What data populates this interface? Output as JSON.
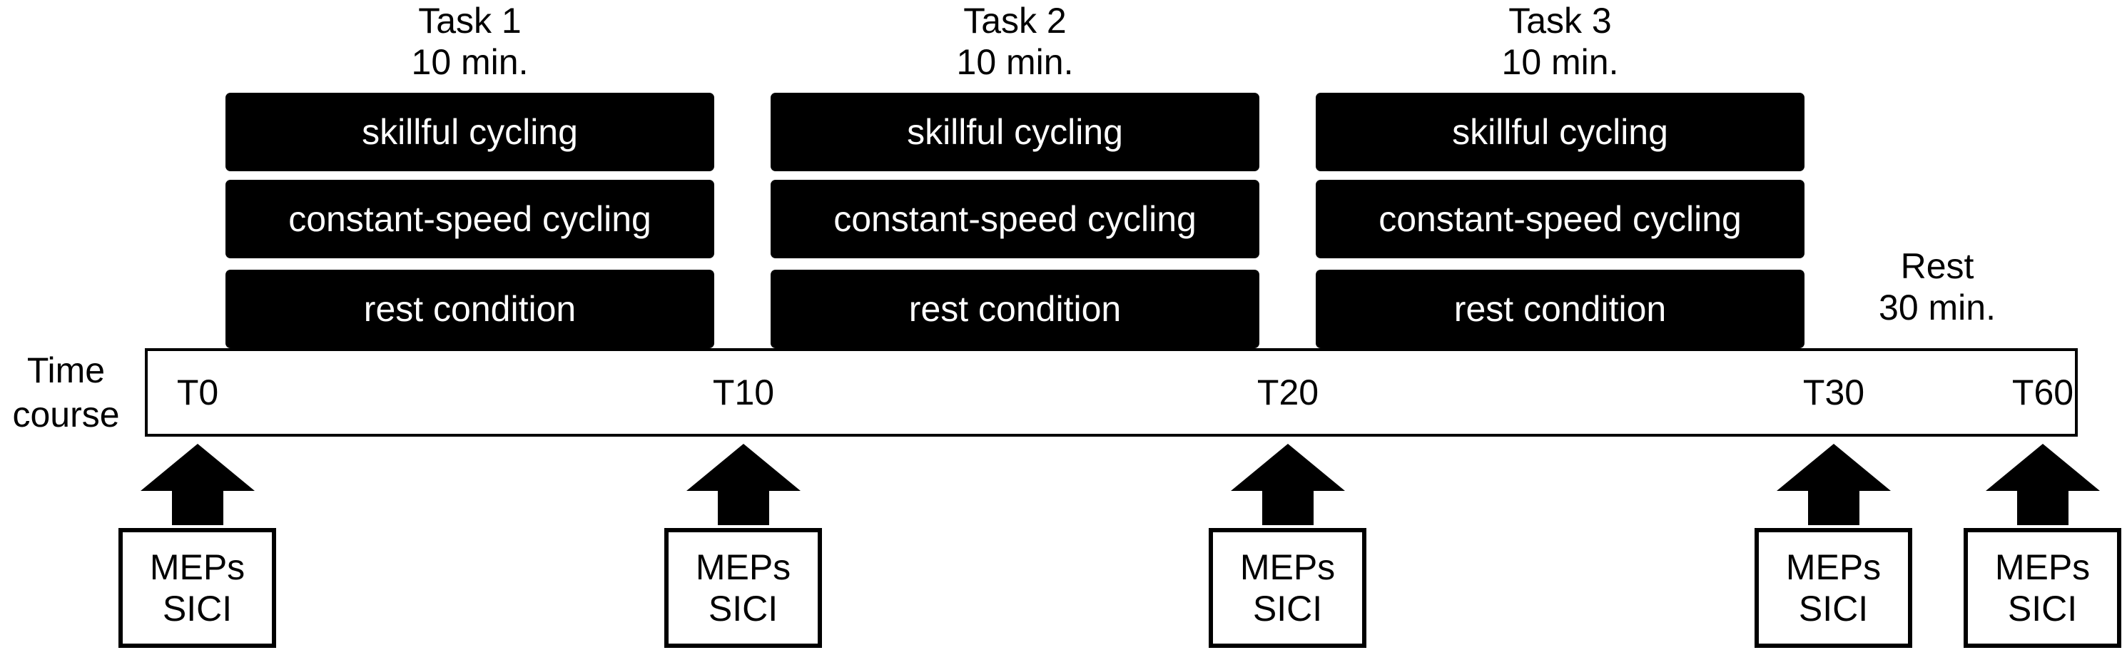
{
  "tasks": [
    {
      "name": "Task 1",
      "duration": "10 min.",
      "conditions": [
        "skillful cycling",
        "constant-speed cycling",
        "rest condition"
      ]
    },
    {
      "name": "Task 2",
      "duration": "10 min.",
      "conditions": [
        "skillful cycling",
        "constant-speed cycling",
        "rest condition"
      ]
    },
    {
      "name": "Task 3",
      "duration": "10 min.",
      "conditions": [
        "skillful cycling",
        "constant-speed cycling",
        "rest condition"
      ]
    }
  ],
  "rest": {
    "name": "Rest",
    "duration": "30 min."
  },
  "timeline": {
    "label_line1": "Time",
    "label_line2": "course"
  },
  "timepoints": [
    {
      "label": "T0",
      "measure1": "MEPs",
      "measure2": "SICI"
    },
    {
      "label": "T10",
      "measure1": "MEPs",
      "measure2": "SICI"
    },
    {
      "label": "T20",
      "measure1": "MEPs",
      "measure2": "SICI"
    },
    {
      "label": "T30",
      "measure1": "MEPs",
      "measure2": "SICI"
    },
    {
      "label": "T60",
      "measure1": "MEPs",
      "measure2": "SICI"
    }
  ],
  "colors": {
    "block_fill": "#000000",
    "block_text": "#ffffff",
    "line": "#000000"
  }
}
